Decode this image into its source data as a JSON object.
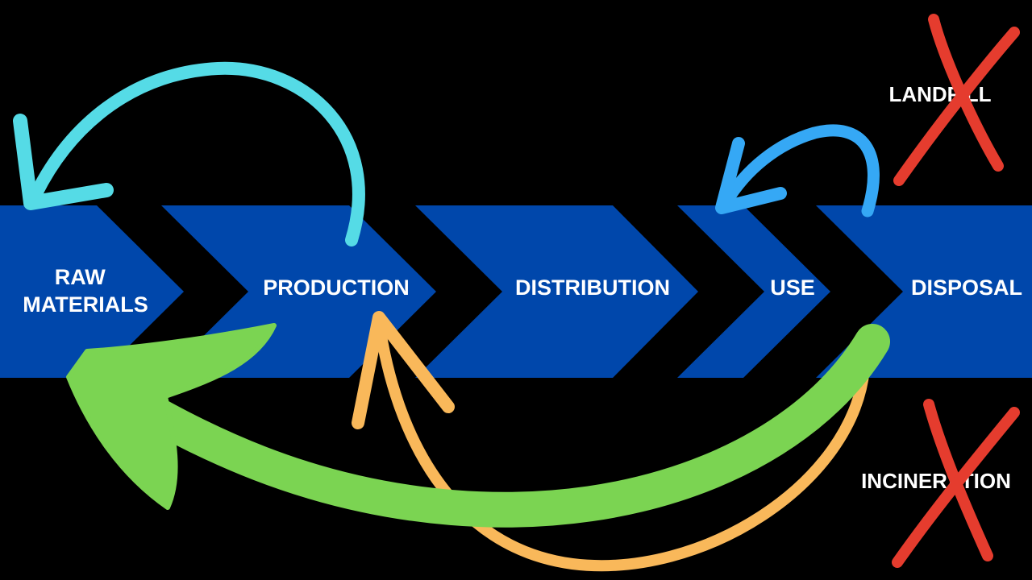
{
  "stages": [
    {
      "name": "raw-materials",
      "lines": [
        "RAW",
        "MATERIALS"
      ]
    },
    {
      "name": "production",
      "lines": [
        "PRODUCTION"
      ]
    },
    {
      "name": "distribution",
      "lines": [
        "DISTRIBUTION"
      ]
    },
    {
      "name": "use",
      "lines": [
        "USE"
      ]
    },
    {
      "name": "disposal",
      "lines": [
        "DISPOSAL"
      ]
    }
  ],
  "rejected_options": [
    {
      "name": "landfill",
      "label": "LANDFILL"
    },
    {
      "name": "incineration",
      "label": "INCINERATION"
    }
  ],
  "arrows": [
    {
      "name": "production-to-raw-materials-arrow",
      "color": "#55dbe6"
    },
    {
      "name": "disposal-to-use-arrow",
      "color": "#35a8f5"
    },
    {
      "name": "disposal-to-raw-materials-arrow",
      "color": "#7bd452"
    },
    {
      "name": "disposal-to-production-arrow",
      "color": "#f9b85a"
    }
  ],
  "colors": {
    "background": "#000000",
    "chevron": "#0047ab",
    "text": "#ffffff",
    "cross": "#e53c2e"
  }
}
